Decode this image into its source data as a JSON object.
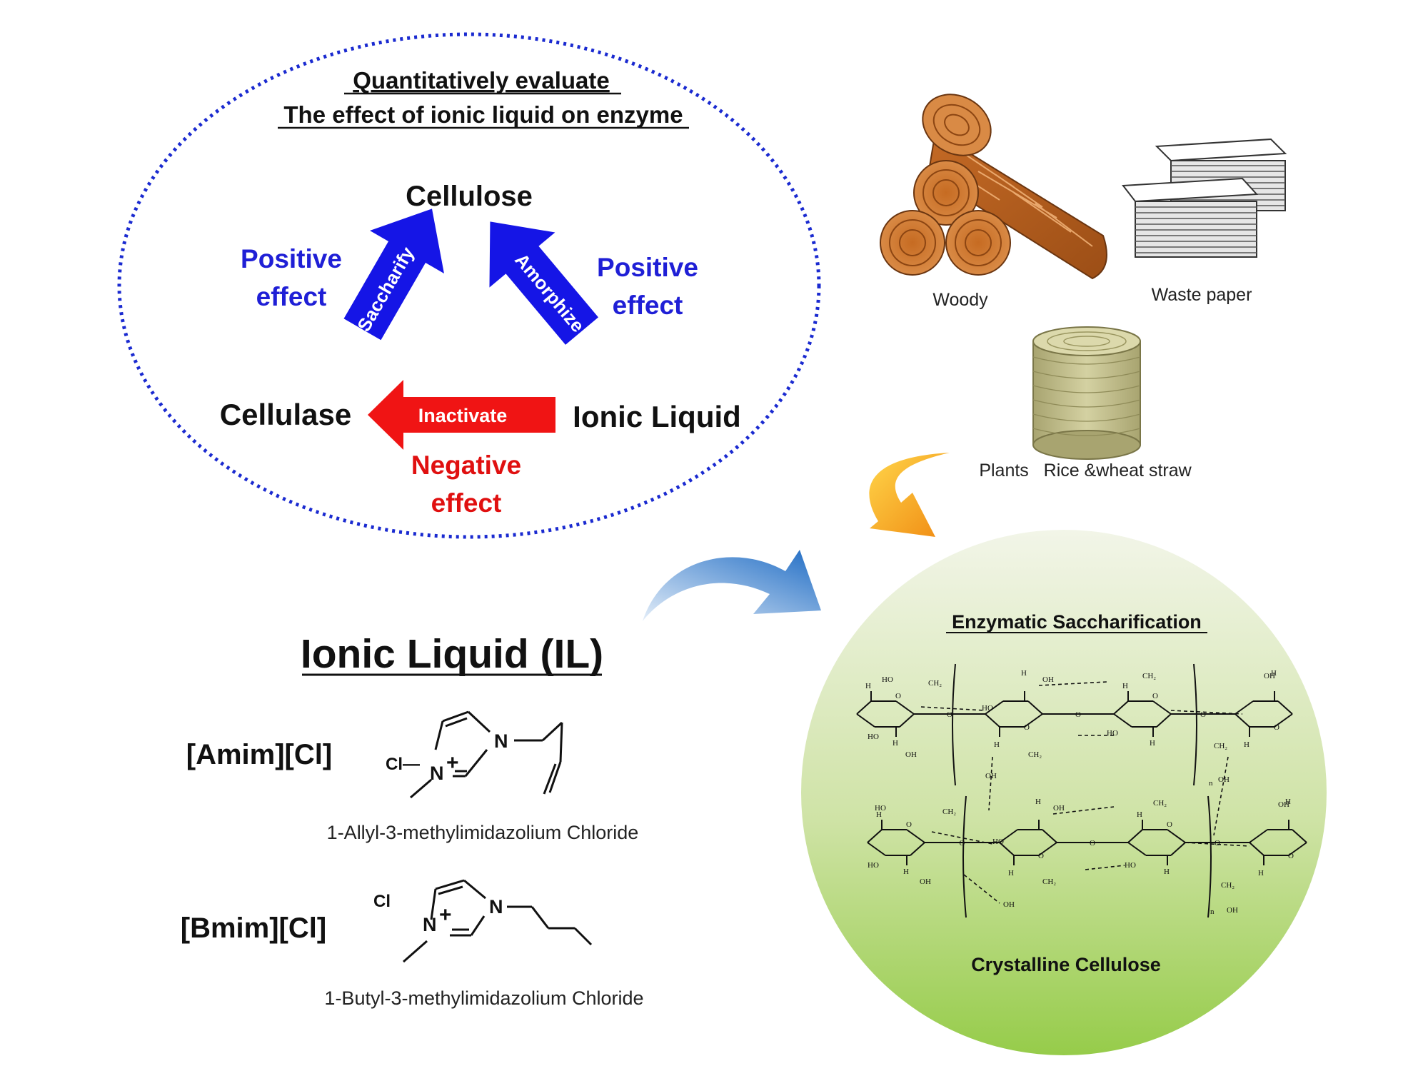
{
  "evaluation": {
    "heading_line1": "Quantitatively evaluate ",
    "heading_line2": "The effect of ionic liquid on enzyme",
    "node_cellulose": "Cellulose",
    "node_cellulase": "Cellulase",
    "node_ionic_liquid": "Ionic Liquid",
    "arrow_saccharify": "Saccharify",
    "arrow_amorphize": "Amorphize",
    "arrow_inactivate": "Inactivate",
    "positive_left_line1": "Positive",
    "positive_left_line2": "effect",
    "positive_right_line1": "Positive",
    "positive_right_line2": "effect",
    "negative_line1": "Negative",
    "negative_line2": "effect",
    "colors": {
      "positive": "#1f1fd6",
      "negative": "#e01010",
      "dotted_border": "#1a2ad0"
    }
  },
  "sources": {
    "woody_label": "Woody",
    "waste_paper_label": "Waste paper",
    "plants_label": "Plants   Rice &wheat straw"
  },
  "ionic_liquids": {
    "title": "Ionic Liquid (IL)",
    "amim_abbrev": "[Amim][Cl]",
    "amim_name": "1-Allyl-3-methylimidazolium Chloride",
    "amim_anion": "Cl—",
    "bmim_abbrev": "[Bmim][Cl]",
    "bmim_name": "1-Butyl-3-methylimidazolium Chloride",
    "bmim_anion": "Cl",
    "atom_n": "N",
    "charge_plus": "+"
  },
  "saccharification": {
    "title": "Enzymatic Saccharification",
    "caption": "Crystalline Cellulose",
    "atoms": {
      "ho": "HO",
      "oh": "OH",
      "h": "H",
      "o": "O",
      "ch2": "CH₂",
      "n": "n"
    },
    "colors": {
      "circle_top": "#f2f5e8",
      "circle_bottom": "#96cc4a"
    }
  }
}
